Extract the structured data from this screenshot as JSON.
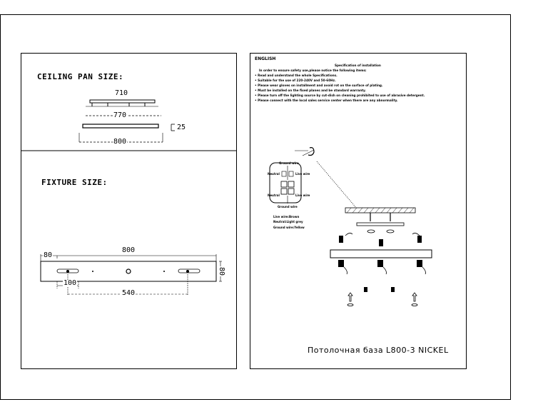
{
  "left_panel": {
    "ceiling_title": "CEILING PAN SIZE:",
    "fixture_title": "FIXTURE SIZE:",
    "ceiling_dims": {
      "top": "710",
      "middle": "770",
      "height": "25",
      "bottom": "800"
    },
    "fixture_dims": {
      "offset": "80",
      "length": "800",
      "height": "80",
      "spacing": "100",
      "mount": "540"
    }
  },
  "right_panel": {
    "language": "ENGLISH",
    "spec_title": "Specification of installation",
    "spec_intro": "In order to ensure safety use,please notice the following items:",
    "spec_items": [
      "• Read and understand the whole Specifications.",
      "• Suitable for the use of 220-240V and 50-60Hz.",
      "• Please wear gloves on installment and avoid rot on the surface of plating.",
      "• Must be installed on the fixed planes and be standard warranty.",
      "• Please turn off the lighting source by cut-dish on cleaning prohibited to use of abrasive detergent.",
      "• Please connect with the local sales service center when there are any abnormality."
    ],
    "wiring": {
      "ground_top": "Ground wire",
      "neutral_left": "Neutral",
      "live_right": "Live wire",
      "neutral_left2": "Neutral",
      "live_right2": "Live wire",
      "ground_bottom": "Ground wire",
      "legend": [
        "Live wire:Brown",
        "Neutral:Light grey",
        "Ground wire:Yellow"
      ]
    },
    "caption": "Потолочная база L800-3 NICKEL"
  },
  "colors": {
    "line": "#000000",
    "background": "#ffffff"
  }
}
